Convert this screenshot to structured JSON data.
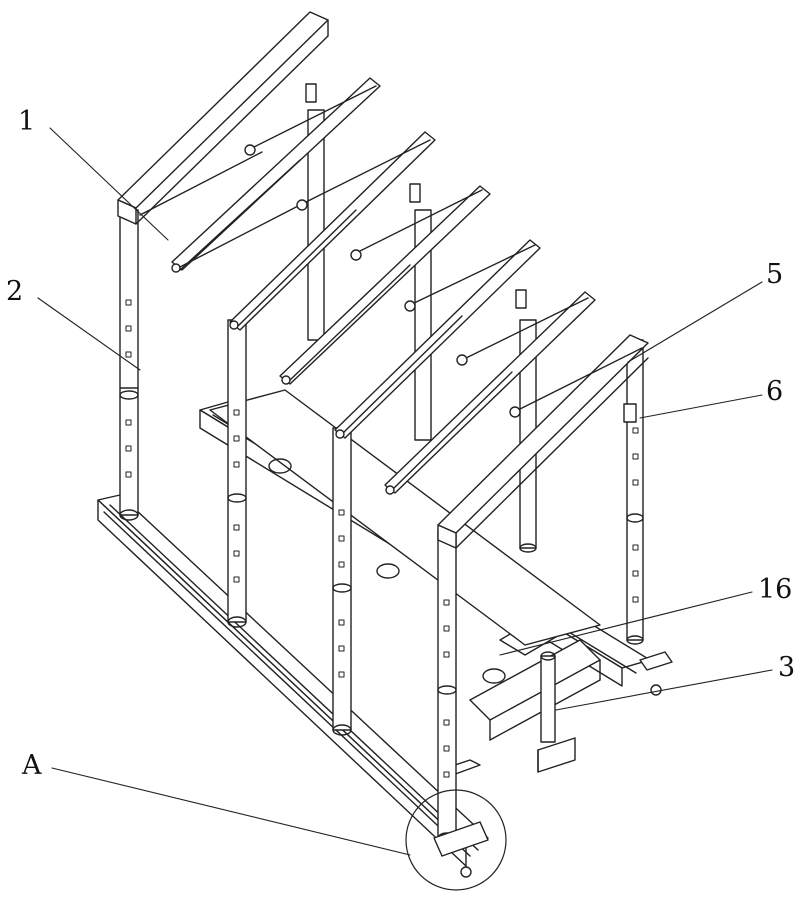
{
  "figure": {
    "callouts": {
      "c1": "1",
      "c2": "2",
      "c5": "5",
      "c6": "6",
      "c16": "16",
      "c3": "3",
      "cA": "A"
    }
  },
  "style": {
    "line_color": "#222222",
    "background": "#ffffff"
  }
}
